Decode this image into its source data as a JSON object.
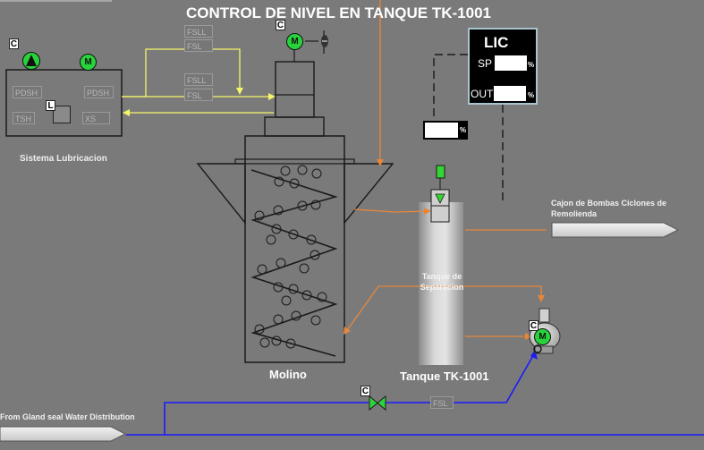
{
  "title": "CONTROL DE NIVEL EN TANQUE TK-1001",
  "lubrication": {
    "label": "Sistema Lubricacion",
    "tags": [
      "PDSH",
      "PDSH",
      "TSH",
      "XS"
    ],
    "lbox": "L",
    "fsll_top": "FSLL",
    "fsl_top": "FSL",
    "fsll_bottom": "FSLL",
    "fsl_bottom": "FSL"
  },
  "molino": {
    "label": "Molino"
  },
  "tank": {
    "label": "Tanque TK-1001",
    "inner_label": "Tanque de Separacion"
  },
  "lic": {
    "title": "LIC",
    "sp_label": "SP",
    "out_label": "OUT",
    "sp_value": "",
    "out_value": "",
    "unit": "%"
  },
  "level_value": {
    "value": "",
    "unit": "%"
  },
  "destination": {
    "label": "Cajon de Bombas Ciclones de Remolienda"
  },
  "source": {
    "label": "From Gland seal Water Distribution"
  },
  "water_line_tag": "FSL",
  "badges": {
    "c": "C",
    "m": "M"
  },
  "colors": {
    "background": "#7a7a7a",
    "process_line": "#e8873a",
    "lube_line": "#f5f56a",
    "water_line": "#1a1aff",
    "running": "#27d33a"
  }
}
